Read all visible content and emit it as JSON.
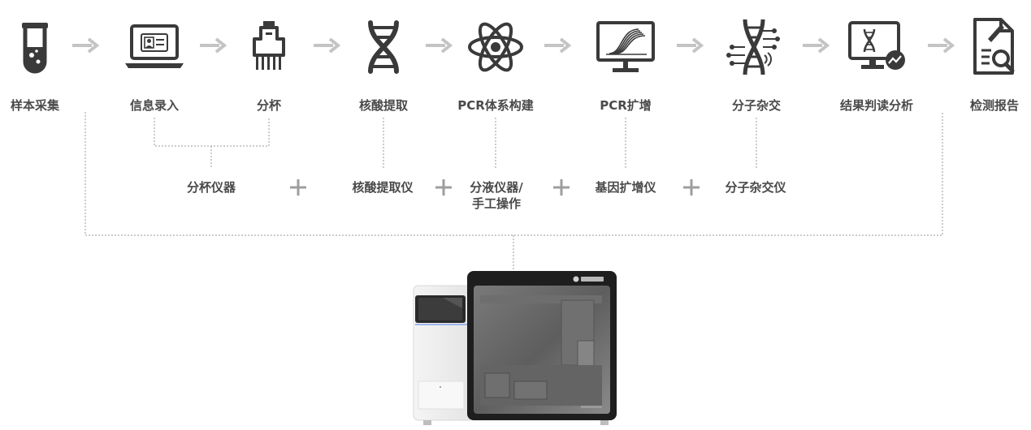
{
  "steps": [
    {
      "label": "样本采集",
      "icon": "test-tube-icon"
    },
    {
      "label": "信息录入",
      "icon": "laptop-id-card-icon"
    },
    {
      "label": "分杯",
      "icon": "pipette-icon"
    },
    {
      "label": "核酸提取",
      "icon": "dna-helix-icon"
    },
    {
      "label": "PCR体系构建",
      "icon": "atom-icon"
    },
    {
      "label": "PCR扩增",
      "icon": "amplification-curve-monitor-icon"
    },
    {
      "label": "分子杂交",
      "icon": "dna-circuit-icon"
    },
    {
      "label": "结果判读分析",
      "icon": "dna-analysis-monitor-icon"
    },
    {
      "label": "检测报告",
      "icon": "report-magnifier-icon"
    }
  ],
  "instruments": [
    {
      "label": "分杯仪器"
    },
    {
      "label": "核酸提取仪"
    },
    {
      "label": "分液仪器/\n手工操作"
    },
    {
      "label": "基因扩增仪"
    },
    {
      "label": "分子杂交仪"
    }
  ],
  "colors": {
    "icon": "#3a3a3a",
    "arrow": "#c4c4c4",
    "plus": "#9e9e9e",
    "connector": "#9a9a9a",
    "text": "#4a4a4a"
  },
  "machine": {
    "icon": "automated-analyzer-machine"
  }
}
